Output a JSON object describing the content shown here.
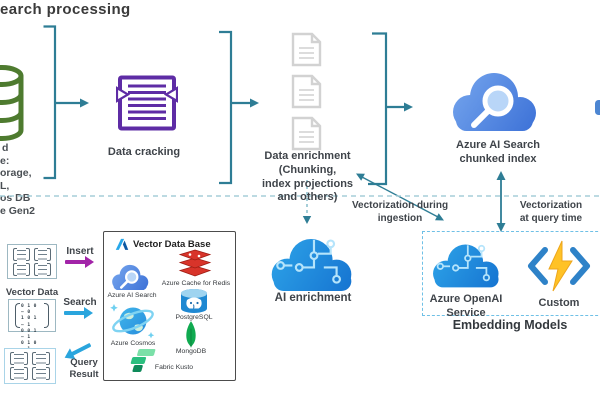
{
  "page": {
    "title": "earch processing"
  },
  "source": {
    "fragments": [
      "d",
      "e:",
      "orage,",
      "L,",
      "os DB",
      "e Gen2"
    ]
  },
  "pipeline": {
    "data_cracking_label": "Data cracking",
    "data_enrichment_label": "Data enrichment\n(Chunking,\nindex projections\nand others)",
    "search_index_label": "Azure AI Search\nchunked index",
    "vectorization_ingestion_label": "Vectorization during\ningestion",
    "vectorization_query_label": "Vectorization\nat query time",
    "ai_enrichment_label": "AI enrichment"
  },
  "embedding": {
    "azure_openai_label": "Azure OpenAI\nService",
    "custom_label": "Custom",
    "caption": "Embedding Models"
  },
  "vector_legend": {
    "vector_data_label": "Vector Data",
    "insert_label": "Insert",
    "search_label": "Search",
    "query_result_label": "Query Result",
    "matrix_rows": "0 1 0 — 0\n1 0 1 — 1\n0 0 1 — 1\n0 1 0 — 1"
  },
  "vector_db": {
    "title": "Vector Data Base",
    "items": [
      {
        "label": "Azure AI Search"
      },
      {
        "label": "Azure Cache for Redis"
      },
      {
        "label": "PostgreSQL"
      },
      {
        "label": "Azure Cosmos"
      },
      {
        "label": "MongoDB"
      },
      {
        "label": "Fabric Kusto"
      }
    ]
  },
  "colors": {
    "connector_teal": "#2e7d95",
    "dashed_line": "#a5ced8",
    "cracking_purple": "#5e2ca5",
    "insert_arrow": "#a224a8",
    "search_arrow": "#2aa5dd",
    "cloud_blue": "#3c79d9",
    "circuit_cloud_blue": "#1470cf",
    "custom_bracket_blue": "#2e82c8",
    "bolt_yellow": "#ffc226",
    "redis_red": "#d8342a",
    "postgres_blue": "#1e88d2",
    "mongo_green": "#10aa50",
    "source_db_green": "#4e7b2f"
  }
}
